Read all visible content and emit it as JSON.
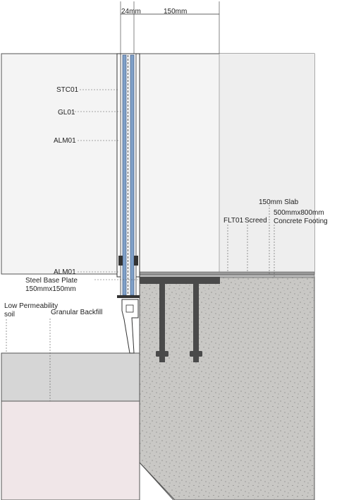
{
  "dimensions": {
    "glass_width": "24mm",
    "offset": "150mm"
  },
  "labels": {
    "stc01": "STC01",
    "gl01": "GL01",
    "alm01_top": "ALM01",
    "alm01_bottom": "ALM01",
    "steel_base_plate": "Steel Base Plate",
    "steel_base_plate_size": "150mmx150mm",
    "low_permeability": "Low Permeability",
    "soil": "soil",
    "granular_backfill": "Granular Backfill",
    "flt01": "FLT01",
    "screed": "Screed",
    "slab": "150mm Slab",
    "footing_size": "500mmx800mm",
    "footing": "Concrete Footing"
  },
  "colors": {
    "wall_bg": "#f3f3f3",
    "glass": "#7fa0c8",
    "concrete": "#c8c7c4",
    "soil_grey": "#d6d6d6",
    "soil_pink": "#f0e6e8",
    "steel": "#4a4a4a"
  }
}
